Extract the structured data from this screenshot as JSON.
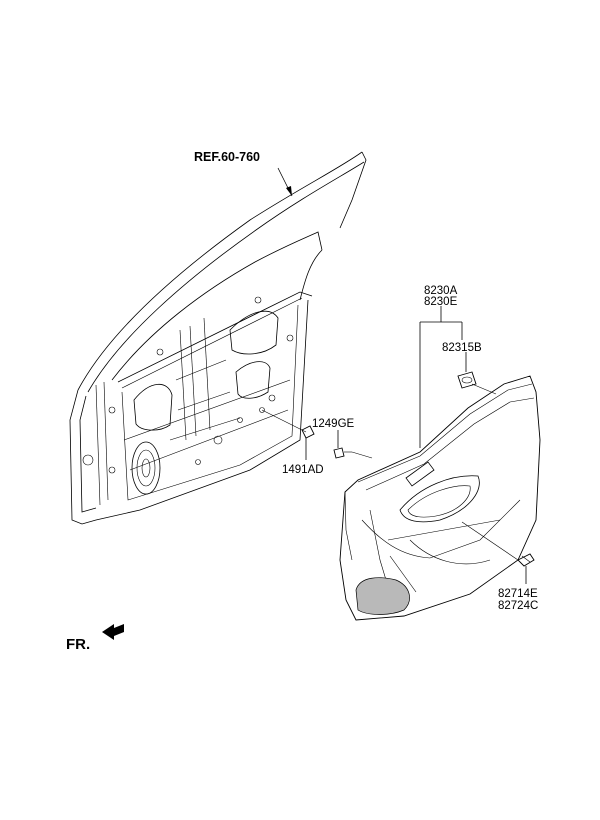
{
  "labels": {
    "ref": "REF.60-760",
    "panel_1": "8230A",
    "panel_2": "8230E",
    "clip": "82315B",
    "screw": "1249GE",
    "bolt": "1491AD",
    "trim_1": "82714E",
    "trim_2": "82724C",
    "front": "FR."
  }
}
